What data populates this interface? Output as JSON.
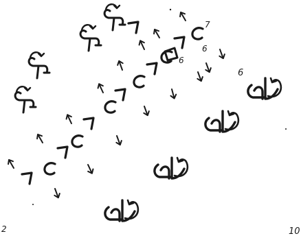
{
  "labels": {
    "page_number": "10",
    "corner_mark": "2",
    "six_a": "6",
    "six_b": "6",
    "six_c": "6",
    "seven": "7"
  },
  "colors": {
    "ink": "#1a1a1a",
    "paper": "#ffffff"
  }
}
